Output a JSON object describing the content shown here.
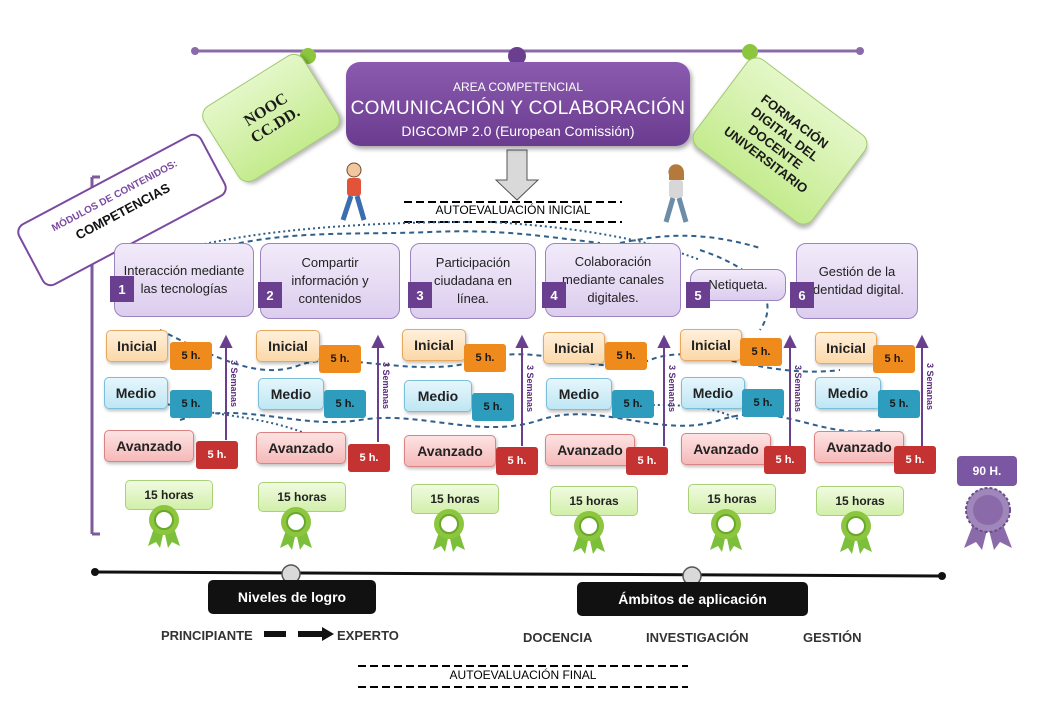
{
  "area": {
    "header": "AREA COMPETENCIAL",
    "title": "COMUNICACIÓN Y COLABORACIÓN",
    "subtitle": "DIGCOMP 2.0 (European Comissión)"
  },
  "nooc": "NOOC CC.DD.",
  "formacion": "FORMACIÓN DIGITAL DEL DOCENTE UNIVERSITARIO",
  "modulos": {
    "line1": "MÓDULOS DE CONTENIDOS:",
    "line2": "COMPETENCIAS"
  },
  "autoeval_inicial": "AUTOEVALUACIÓN INICIAL",
  "autoeval_final": "AUTOEVALUACIÓN FINAL",
  "competencias": [
    {
      "num": "1",
      "title": "Interacción mediante las tecnologías"
    },
    {
      "num": "2",
      "title": "Compartir información y contenidos"
    },
    {
      "num": "3",
      "title": "Participación ciudadana en línea."
    },
    {
      "num": "4",
      "title": "Colaboración mediante canales digitales."
    },
    {
      "num": "5",
      "title": "Netiqueta."
    },
    {
      "num": "6",
      "title": "Gestión de la identidad digital."
    }
  ],
  "levels": {
    "inicial": "Inicial",
    "medio": "Medio",
    "avanzado": "Avanzado"
  },
  "hours_per_level": "5 h.",
  "weeks": "3 Semanas",
  "total_per_module": "15 horas",
  "total": "90 H.",
  "niveles_logro": "Niveles de logro",
  "principiante": "PRINCIPIANTE",
  "experto": "EXPERTO",
  "ambitos": "Ámbitos de aplicación",
  "ambitos_list": [
    "DOCENCIA",
    "INVESTIGACIÓN",
    "GESTIÓN"
  ],
  "colors": {
    "purple": "#6b3f8f",
    "green": "#8cc63f",
    "orange": "#ef8a1d",
    "teal": "#2e9cbc",
    "red": "#c43232"
  }
}
